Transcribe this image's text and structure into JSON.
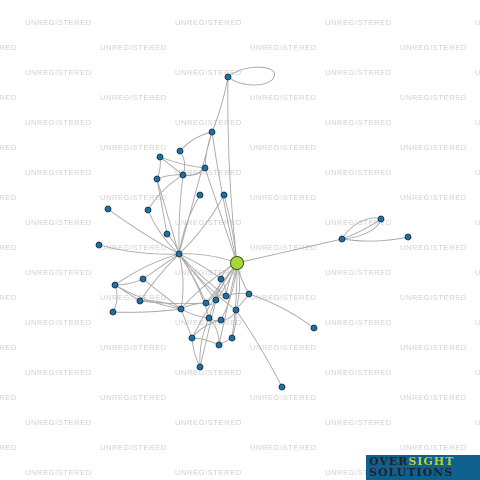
{
  "watermark": {
    "text": "UNREGISTERED"
  },
  "logo": {
    "word1": "OVER",
    "word2": "SIGHT",
    "word3": "SOLUTIONS"
  },
  "colors": {
    "edge": "#a8a8a8",
    "node_fill": "#1f6f9f",
    "node_stroke": "#0a2a40",
    "highlight_fill": "#a6d83b",
    "highlight_stroke": "#3d5a10",
    "watermark": "#d0d0d0",
    "logo_bg": "#0f5f8f",
    "logo_accent": "#b8d433"
  },
  "network": {
    "focus_node_count": 1,
    "node_count": 39
  }
}
